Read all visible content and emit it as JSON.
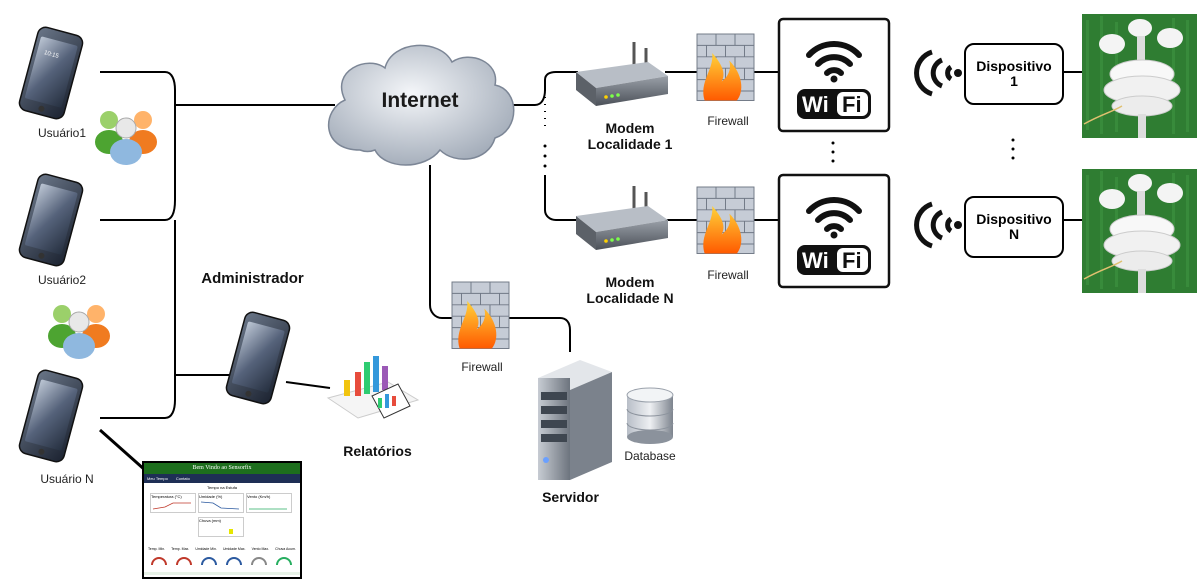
{
  "labels": {
    "internet": "Internet",
    "usuario1": "Usuário1",
    "usuario2": "Usuário2",
    "usuarioN": "Usuário N",
    "administrador": "Administrador",
    "relatorios": "Relatórios",
    "servidor": "Servidor",
    "database": "Database",
    "firewall_server": "Firewall",
    "firewall_1": "Firewall",
    "firewall_n": "Firewall",
    "modem1_line1": "Modem",
    "modem1_line2": "Localidade 1",
    "modemN_line1": "Modem",
    "modemN_line2": "Localidade N",
    "dispositivo1_line1": "Dispositivo",
    "dispositivo1_line2": "1",
    "dispositivoN_line1": "Dispositivo",
    "dispositivoN_line2": "N",
    "wifi": "Wi Fi",
    "phone_time": "10:15"
  },
  "screenshot": {
    "title": "Bem Vindo ao Sensorfix",
    "nav": [
      "Meu Tempo",
      "Contato"
    ],
    "subtitle": "Tempo na Estufa",
    "charts": [
      "Temperatura (°C)",
      "Umidade (%)",
      "Vento (Km/h)",
      "Chuva (mm)"
    ],
    "gauges": [
      "Temp. Min.",
      "Temp. Max.",
      "Umidade Min.",
      "Umidade Max.",
      "Vento Max.",
      "Chuva Acum."
    ]
  },
  "colors": {
    "line": "#000000",
    "cloud": "#c9d0da",
    "header_green": "#1d6e1d",
    "nav_blue": "#1e2f55",
    "device_bg": "#2f7d32"
  },
  "icons": [
    "smartphone-icon",
    "users-icon",
    "cloud-icon",
    "router-icon",
    "firewall-icon",
    "wifi-icon",
    "signal-icon",
    "server-icon",
    "database-icon",
    "report-chart-icon",
    "sensor-photo"
  ]
}
